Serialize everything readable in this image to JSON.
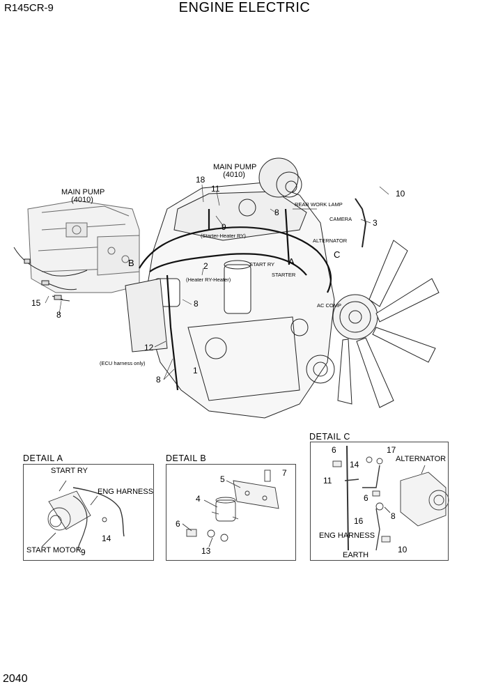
{
  "header": {
    "model": "R145CR-9",
    "title": "ENGINE ELECTRIC"
  },
  "page_number": "2040",
  "main": {
    "main_pump_left": {
      "label": "MAIN PUMP",
      "code": "(4010)"
    },
    "main_pump_top": {
      "label": "MAIN PUMP",
      "code": "(4010)"
    },
    "callouts": {
      "c18": "18",
      "c11": "11",
      "c10": "10",
      "c8_top": "8",
      "c3": "3",
      "c9": "9",
      "c2": "2",
      "c15": "15",
      "c8_left": "8",
      "c8_mid": "8",
      "c12": "12",
      "c1": "1",
      "c8_bottom": "8"
    },
    "letters": {
      "B": "B",
      "A": "A",
      "C": "C"
    },
    "notes": {
      "rear_work_lamp": "REAR WORK LAMP",
      "camera": "CAMERA",
      "alternator": "ALTERNATOR",
      "starter_heater_ry": "(Starter-Heater RY)",
      "start_ry": "START RY",
      "starter": "STARTER",
      "heater_ry_heater": "(Heater RY-Heater)",
      "ac_comp": "AC COMP",
      "ecu_harness_only": "(ECU harness only)"
    }
  },
  "detail_a": {
    "title": "DETAIL  A",
    "start_ry": "START RY",
    "eng_harness": "ENG HARNESS",
    "start_motor": "START MOTOR",
    "n9": "9",
    "n14": "14"
  },
  "detail_b": {
    "title": "DETAIL  B",
    "n5": "5",
    "n7": "7",
    "n4": "4",
    "n6": "6",
    "n13": "13"
  },
  "detail_c": {
    "title": "DETAIL  C",
    "n6a": "6",
    "n17": "17",
    "alternator": "ALTERNATOR",
    "n14": "14",
    "n11": "11",
    "n6b": "6",
    "n8": "8",
    "n16": "16",
    "eng_harness": "ENG HARNESS",
    "n10": "10",
    "earth": "EARTH"
  }
}
